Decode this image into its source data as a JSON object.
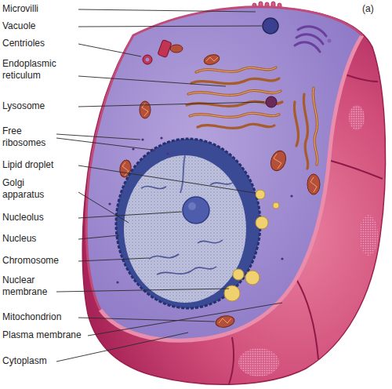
{
  "diagram": {
    "labels": [
      "Microvilli",
      "(a)",
      "Vacuole",
      "Centrioles",
      "Endoplasmic reticulum",
      "Lysosome",
      "Free ribosomes",
      "Lipid droplet",
      "Golgi apparatus",
      "Nucleolus",
      "Nucleus",
      "Chromosome",
      "Nuclear membrane",
      "Mitochondrion",
      "Plasma membrane",
      "Cytoplasm"
    ]
  }
}
